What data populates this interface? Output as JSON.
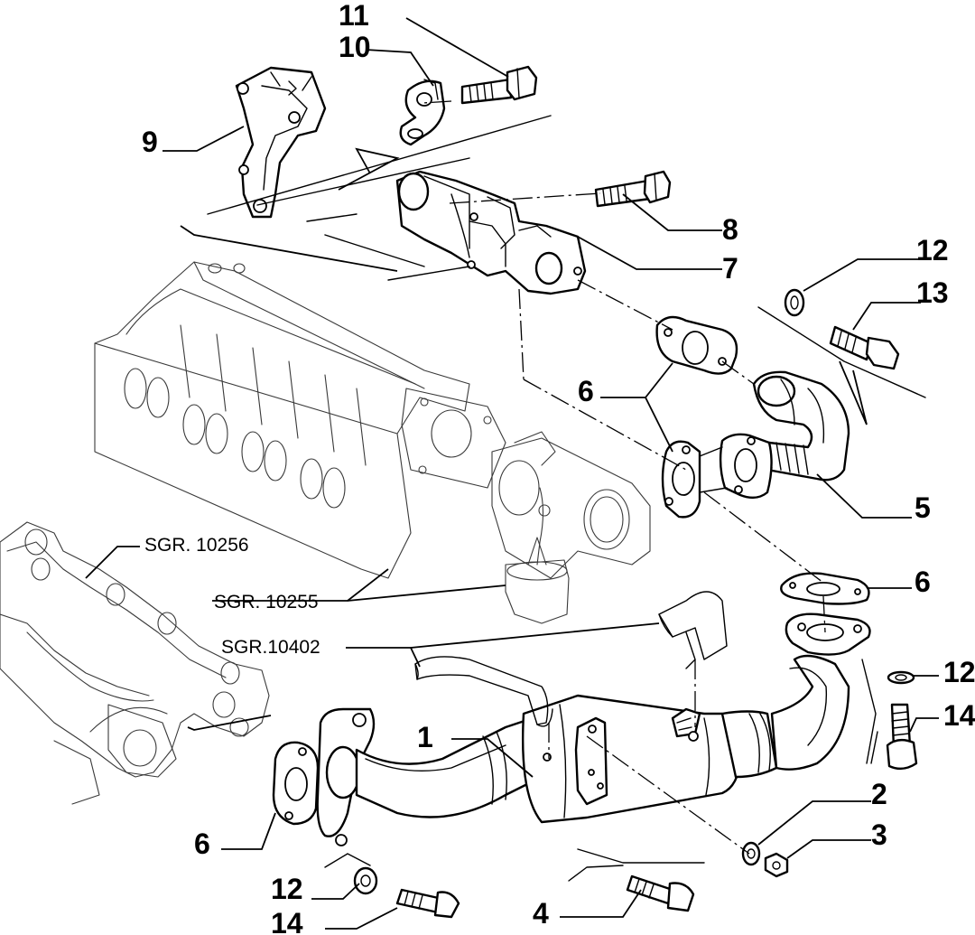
{
  "callouts": [
    {
      "id": "c1",
      "label": "1"
    },
    {
      "id": "c2",
      "label": "2"
    },
    {
      "id": "c3",
      "label": "3"
    },
    {
      "id": "c4",
      "label": "4"
    },
    {
      "id": "c5",
      "label": "5"
    },
    {
      "id": "c6a",
      "label": "6"
    },
    {
      "id": "c6b",
      "label": "6"
    },
    {
      "id": "c6c",
      "label": "6"
    },
    {
      "id": "c7",
      "label": "7"
    },
    {
      "id": "c8",
      "label": "8"
    },
    {
      "id": "c9",
      "label": "9"
    },
    {
      "id": "c10",
      "label": "10"
    },
    {
      "id": "c11",
      "label": "11"
    },
    {
      "id": "c12a",
      "label": "12"
    },
    {
      "id": "c12b",
      "label": "12"
    },
    {
      "id": "c12c",
      "label": "12"
    },
    {
      "id": "c13",
      "label": "13"
    },
    {
      "id": "c14a",
      "label": "14"
    },
    {
      "id": "c14b",
      "label": "14"
    }
  ],
  "references": {
    "ref_10256": "SGR. 10256",
    "ref_10255": "SGR. 10255",
    "ref_10402": "SGR.10402"
  }
}
